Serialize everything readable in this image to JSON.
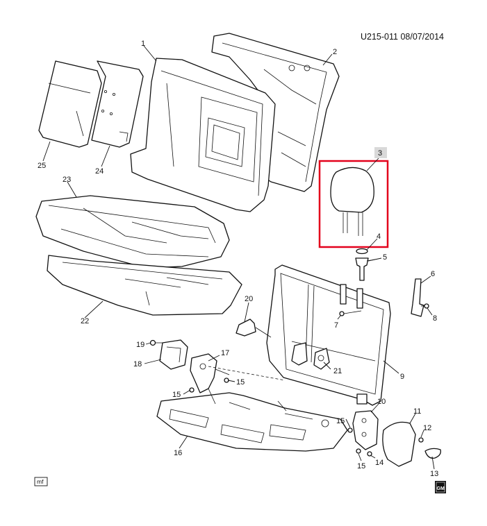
{
  "header": {
    "code_date": "U215-011  08/07/2014"
  },
  "callouts": [
    "1",
    "2",
    "3",
    "4",
    "5",
    "6",
    "7",
    "8",
    "9",
    "10",
    "11",
    "12",
    "13",
    "14",
    "15",
    "15",
    "15",
    "15",
    "16",
    "17",
    "18",
    "19",
    "20",
    "21",
    "22",
    "23",
    "24",
    "25"
  ],
  "badge": {
    "mf": "mf",
    "gm": "GM"
  },
  "highlight": {
    "color": "#e3001b",
    "callout_bg": "#d9d9d9"
  }
}
